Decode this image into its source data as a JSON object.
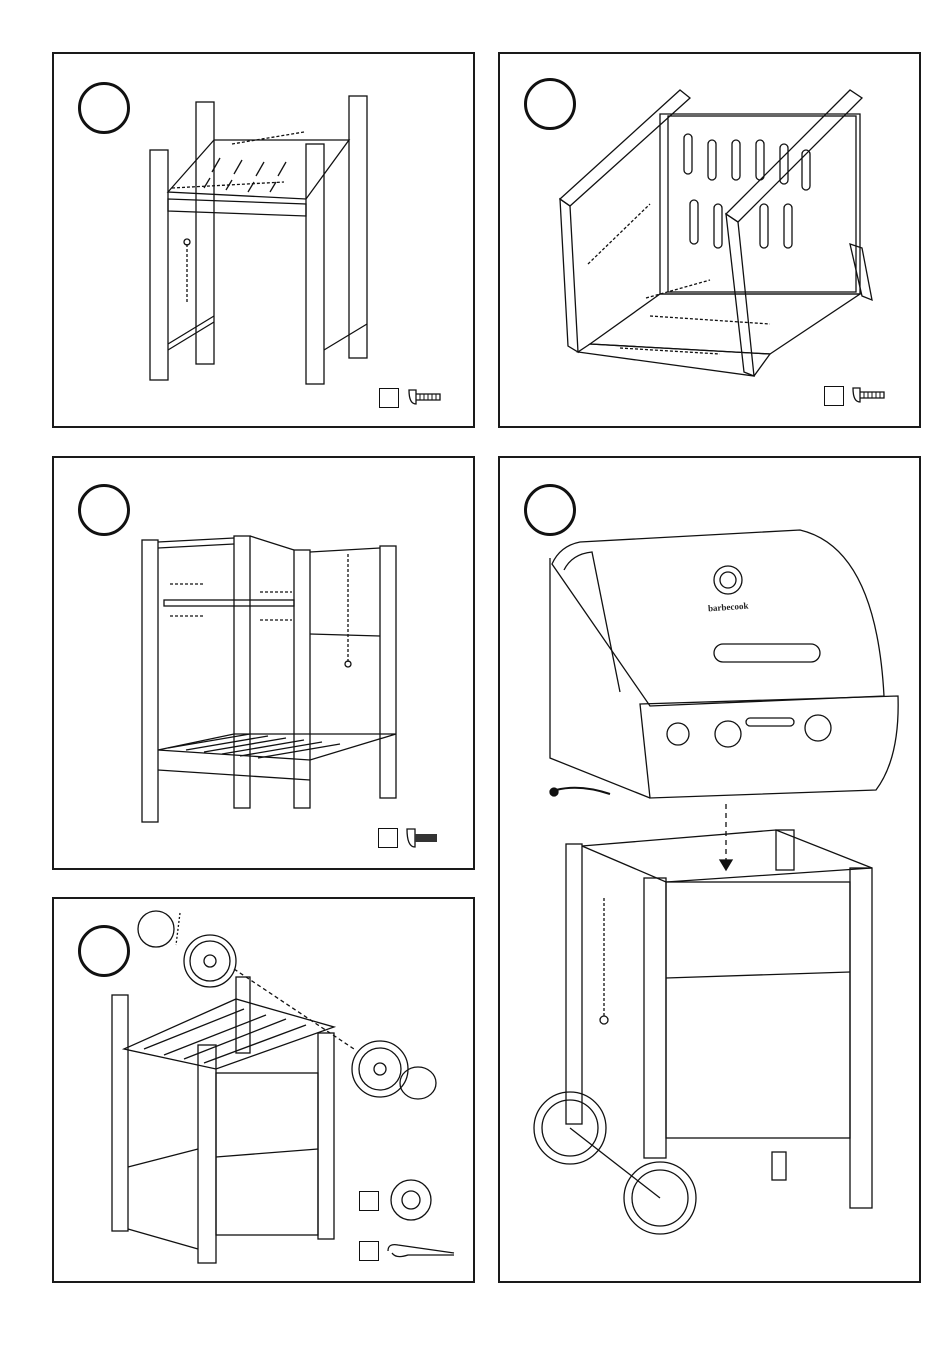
{
  "panels": [
    {
      "id": "step-1",
      "title": "",
      "parts": [
        {
          "icon": "screw-icon",
          "quantity": ""
        }
      ]
    },
    {
      "id": "step-2",
      "title": "",
      "parts": [
        {
          "icon": "screw-icon",
          "quantity": ""
        }
      ]
    },
    {
      "id": "step-3",
      "title": "",
      "parts": [
        {
          "icon": "bolt-icon",
          "quantity": ""
        }
      ]
    },
    {
      "id": "step-4",
      "title": "",
      "parts": [
        {
          "icon": "washer-icon",
          "quantity": ""
        },
        {
          "icon": "hairpin-clip-icon",
          "quantity": ""
        }
      ]
    },
    {
      "id": "step-5",
      "title": "",
      "parts": []
    }
  ],
  "logo_text": "barbecook"
}
